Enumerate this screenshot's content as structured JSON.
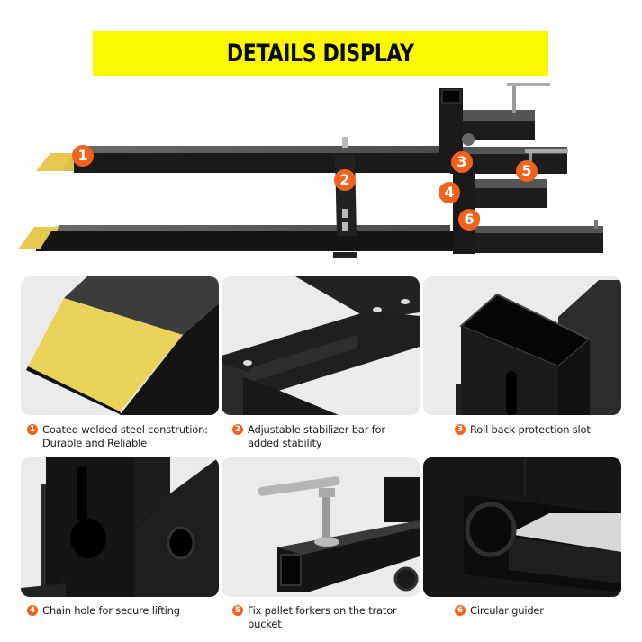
{
  "banner": {
    "title": "DETAILS DISPLAY",
    "background_color": "#fcf800",
    "text_color": "#0a0a0a"
  },
  "hero": {
    "description": "Clamp-on pallet fork attachment with two black fork tines, yellow-tipped ends, a stabilizer bar, and a vertical hitch frame with T-handle clamp bolts",
    "callouts": [
      {
        "number": "1",
        "target": "fork tip"
      },
      {
        "number": "2",
        "target": "stabilizer bar"
      },
      {
        "number": "3",
        "target": "roll back protection slot"
      },
      {
        "number": "4",
        "target": "chain hole"
      },
      {
        "number": "5",
        "target": "clamp bolt"
      },
      {
        "number": "6",
        "target": "circular guider"
      }
    ],
    "badge_color": "#f2621d"
  },
  "features": [
    {
      "number": "1",
      "caption": "Coated welded steel constrution: Durable and Reliable",
      "line1": "Coated welded steel constrution:",
      "line2": "Durable and Reliable",
      "image": "yellow-coated-fork-tip"
    },
    {
      "number": "2",
      "caption": "Adjustable stabilizer bar for added stability",
      "line1": "Adjustable stabilizer bar for",
      "line2": "added stability",
      "image": "stabilizer-bar-closeup"
    },
    {
      "number": "3",
      "caption": "Roll back protection slot",
      "line1": "Roll back protection slot",
      "line2": "",
      "image": "square-tube-slot-closeup"
    },
    {
      "number": "4",
      "caption": "Chain hole for secure lifting",
      "line1": "Chain hole for secure lifting",
      "line2": "",
      "image": "keyhole-chain-slot-closeup"
    },
    {
      "number": "5",
      "caption": "Fix pallet forkers on the trator bucket",
      "line1": "Fix pallet forkers on the trator",
      "line2": "bucket",
      "image": "t-handle-clamp-bolt-closeup"
    },
    {
      "number": "6",
      "caption": "Circular guider",
      "line1": "Circular guider",
      "line2": "",
      "image": "circular-guide-tube-closeup"
    }
  ]
}
